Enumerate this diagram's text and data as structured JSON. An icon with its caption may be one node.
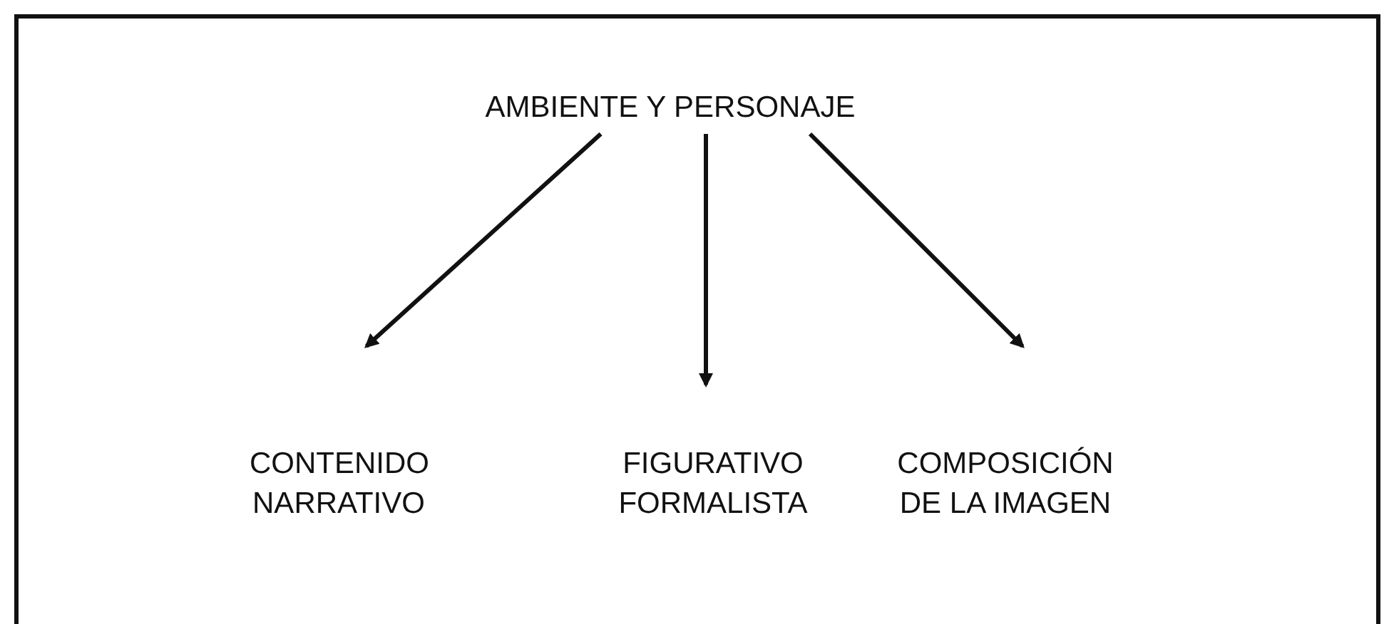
{
  "diagram": {
    "nodes": [
      {
        "text": [
          "AMBIENTE Y PERSONAJE"
        ]
      },
      {
        "text": [
          "CONTENIDO NARRATIVO"
        ]
      },
      {
        "text": [
          "FIGURATIVO FORMALISTA"
        ]
      },
      {
        "text": [
          "COMPOSICIÓN DE LA IMAGEN"
        ]
      }
    ],
    "edges": [
      {
        "from": 0,
        "to": 1,
        "arrow": "to"
      },
      {
        "from": 0,
        "to": 2,
        "arrow": "to"
      },
      {
        "from": 0,
        "to": 3,
        "arrow": "to"
      }
    ]
  }
}
